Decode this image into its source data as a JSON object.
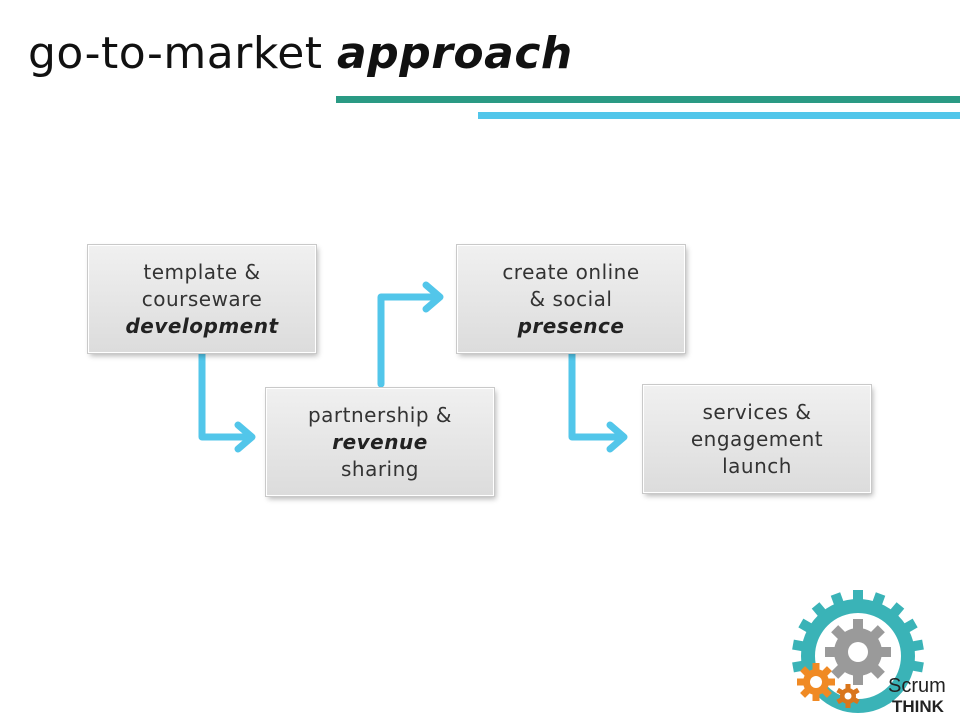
{
  "title": {
    "main": "go-to-market ",
    "emphasis": "approach"
  },
  "steps": [
    {
      "line1": "template &",
      "line2": "courseware",
      "line3": "development"
    },
    {
      "line1": "partnership &",
      "line2": "revenue",
      "line3": "sharing"
    },
    {
      "line1": "create online",
      "line2": "& social",
      "line3": "presence"
    },
    {
      "line1": "services &",
      "line2": "engagement",
      "line3": "launch"
    }
  ],
  "logo": {
    "word1": "Scrum",
    "word2": "THINK"
  },
  "colors": {
    "rule_green": "#2a9a84",
    "rule_blue": "#52c6ea",
    "arrow": "#52c6ea",
    "logo_ring": "#3ab3b7",
    "logo_gear": "#9a9a9a",
    "logo_orange": "#f08a24"
  }
}
